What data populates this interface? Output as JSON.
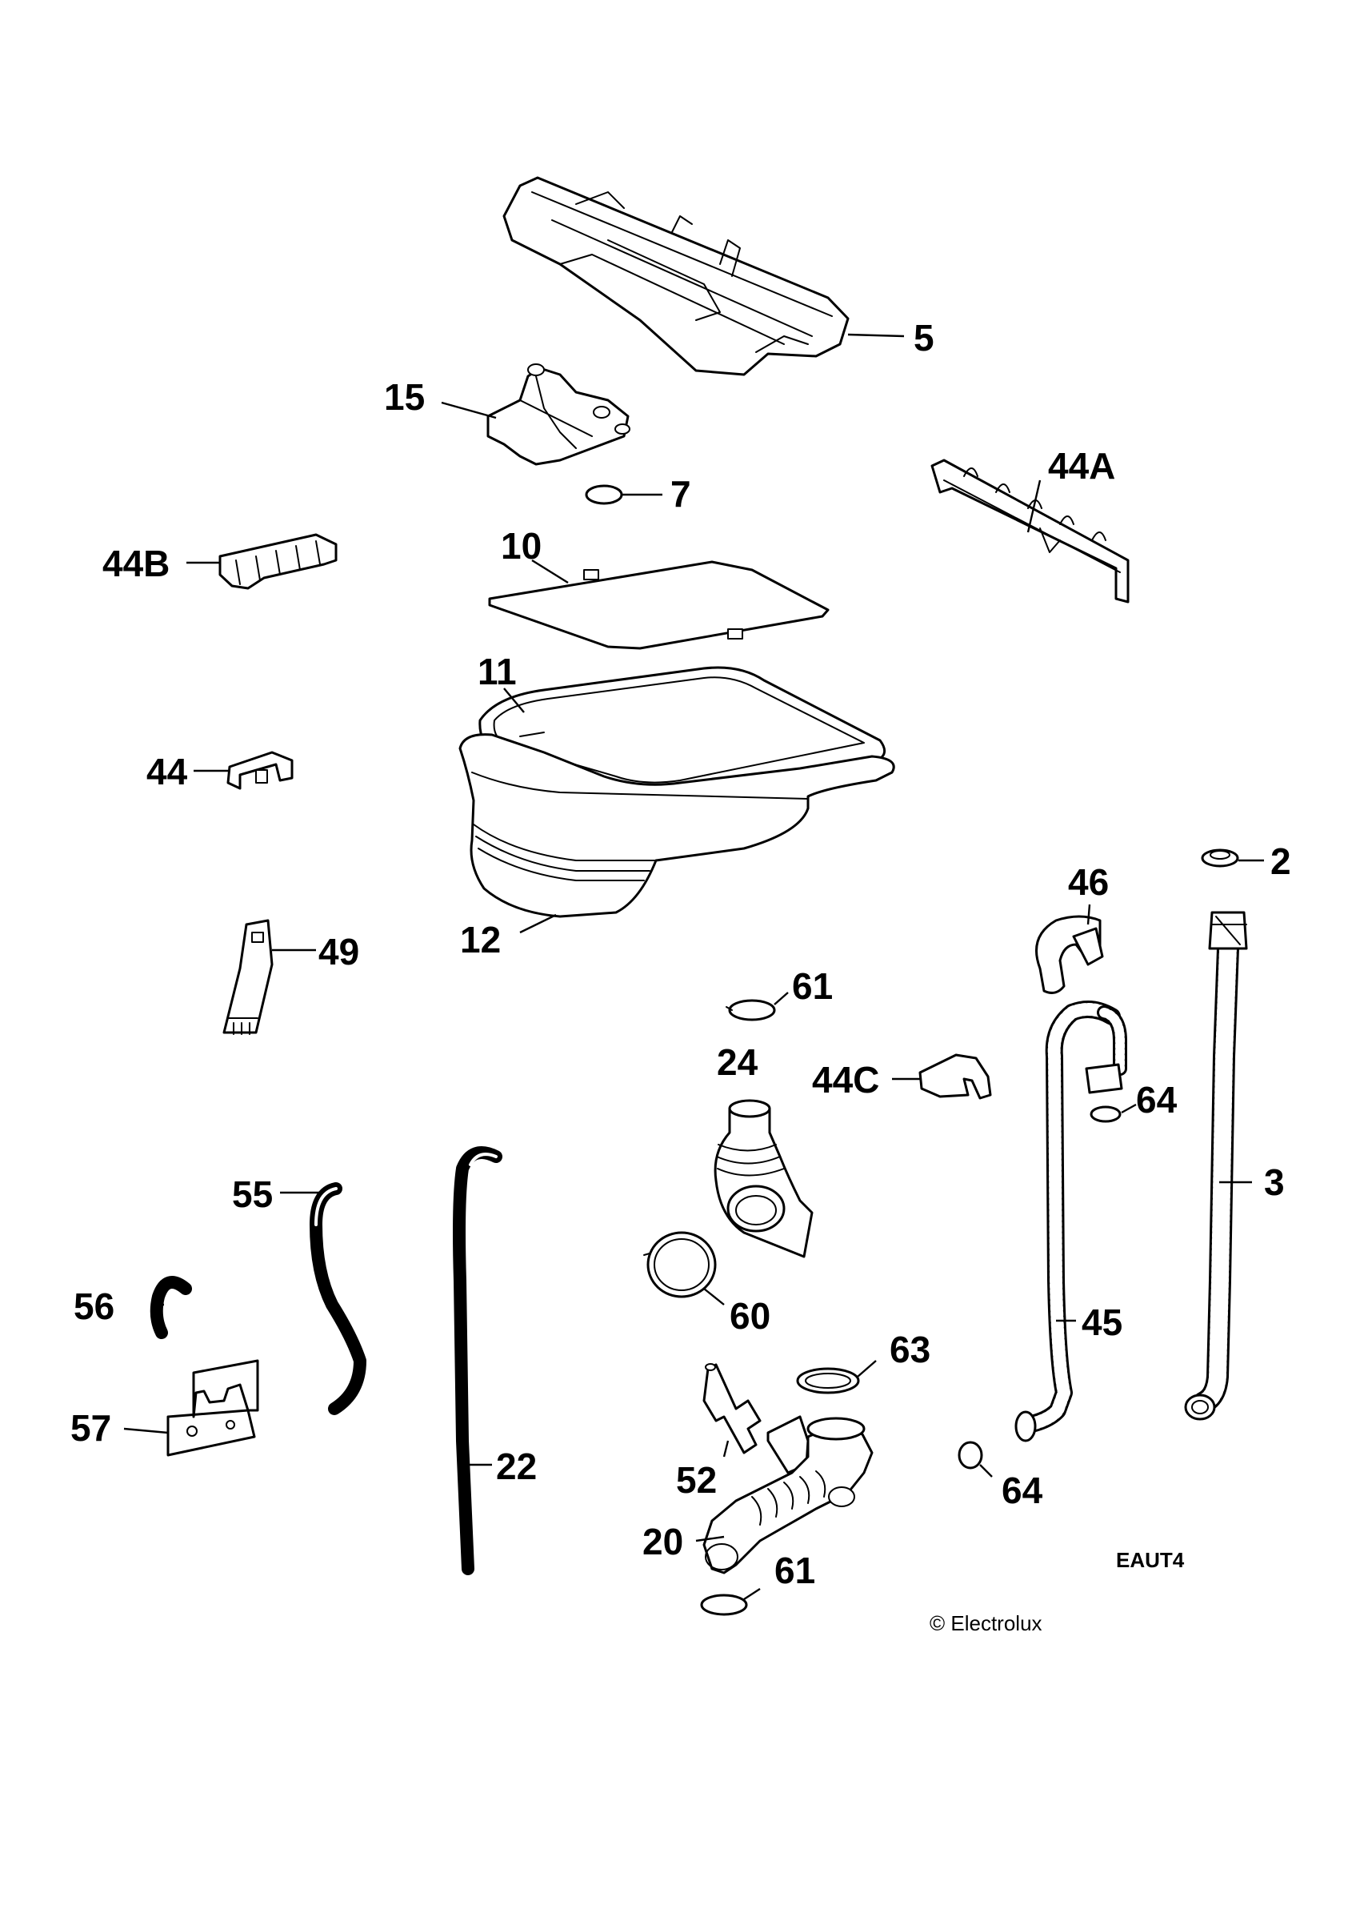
{
  "callouts": {
    "c5": "5",
    "c15": "15",
    "c7": "7",
    "c44A": "44A",
    "c44B": "44B",
    "c10": "10",
    "c11": "11",
    "c44": "44",
    "c12": "12",
    "c2": "2",
    "c46": "46",
    "c49": "49",
    "c61a": "61",
    "c24": "24",
    "c44C": "44C",
    "c64a": "64",
    "c3": "3",
    "c55": "55",
    "c56": "56",
    "c60": "60",
    "c45": "45",
    "c63": "63",
    "c57": "57",
    "c22": "22",
    "c52": "52",
    "c64b": "64",
    "c20": "20",
    "c61b": "61"
  },
  "diagram_code": "EAUT4",
  "copyright": "© Electrolux"
}
